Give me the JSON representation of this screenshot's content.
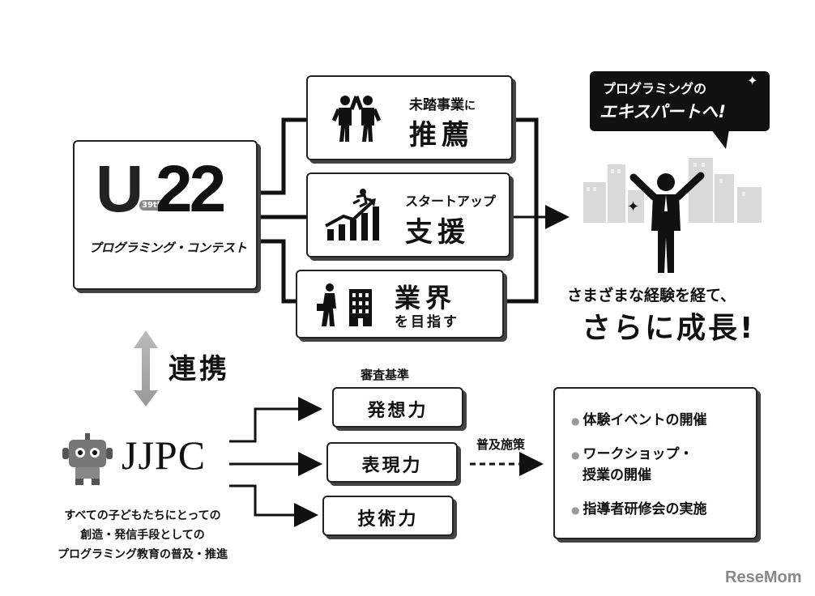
{
  "u22": {
    "logo_u": "U",
    "logo_22": "22",
    "logo_edition": "39th",
    "subtitle": "プログラミング・コンテスト"
  },
  "paths": [
    {
      "small": "未踏事業",
      "small_suffix": "に",
      "big": "推薦",
      "icon": "raised-hands-people-icon"
    },
    {
      "small": "スタートアップ",
      "big": "支援",
      "icon": "rising-bar-chart-runner-icon"
    },
    {
      "big": "業界",
      "small": "を目指す",
      "icon": "businessman-building-icon"
    }
  ],
  "speech": {
    "line1": "プログラミングの",
    "line2": "エキスパートへ!"
  },
  "growth": {
    "line1": "さまざまな経験を経て、",
    "line2": "さらに成長!"
  },
  "link_label": "連携",
  "jjpc": {
    "name": "JJPC",
    "desc": [
      "すべての子どもたちにとっての",
      "創造・発信手段としての",
      "プログラミング教育の普及・推進"
    ]
  },
  "criteria": {
    "title": "審査基準",
    "items": [
      "発想力",
      "表現力",
      "技術力"
    ]
  },
  "policy_label": "普及施策",
  "events": [
    "体験イベントの開催",
    "ワークショップ・",
    "授業の開催",
    "指導者研修会の実施"
  ],
  "watermark": "ReseMom",
  "colors": {
    "dark": "#1a1a1a",
    "gray": "#9a9a9a",
    "light_gray": "#c8c8c8"
  }
}
